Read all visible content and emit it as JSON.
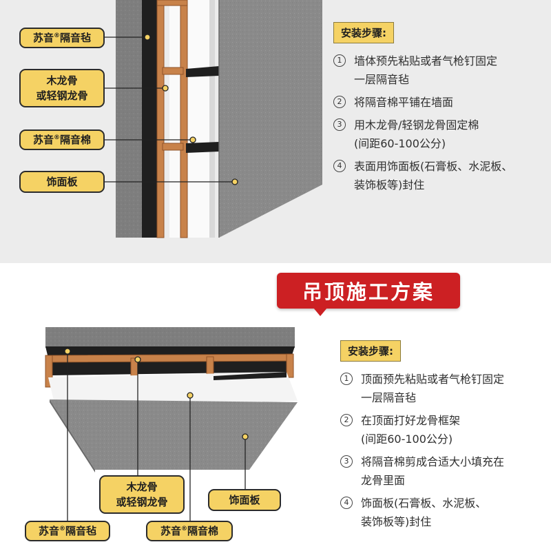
{
  "wall": {
    "labels": {
      "felt": {
        "name": "苏音",
        "reg": "®",
        "rest": "隔音毡"
      },
      "keel": {
        "line1": "木龙骨",
        "line2": "或轻钢龙骨"
      },
      "cotton": {
        "name": "苏音",
        "reg": "®",
        "rest": "隔音棉"
      },
      "panel": "饰面板"
    },
    "steps_title": "安装步骤:",
    "steps": [
      {
        "num": "1",
        "lines": [
          "墙体预先粘贴或者气枪钉固定",
          "一层隔音毡"
        ]
      },
      {
        "num": "2",
        "lines": [
          "将隔音棉平铺在墙面"
        ]
      },
      {
        "num": "3",
        "lines": [
          "用木龙骨/轻钢龙骨固定棉",
          "(间距60-100公分)"
        ]
      },
      {
        "num": "4",
        "lines": [
          "表面用饰面板(石膏板、水泥板、",
          "装饰板等)封住"
        ]
      }
    ]
  },
  "ceiling": {
    "banner": "吊顶施工方案",
    "labels": {
      "keel": {
        "line1": "木龙骨",
        "line2": "或轻钢龙骨"
      },
      "panel": "饰面板",
      "felt": {
        "name": "苏音",
        "reg": "®",
        "rest": "隔音毡"
      },
      "cotton": {
        "name": "苏音",
        "reg": "®",
        "rest": "隔音棉"
      }
    },
    "steps_title": "安装步骤:",
    "steps": [
      {
        "num": "1",
        "lines": [
          "顶面预先粘贴或者气枪钉固定",
          "一层隔音毡"
        ]
      },
      {
        "num": "2",
        "lines": [
          "在顶面打好龙骨框架",
          "(间距60-100公分)"
        ]
      },
      {
        "num": "3",
        "lines": [
          "将隔音棉剪成合适大小填充在",
          "龙骨里面"
        ]
      },
      {
        "num": "4",
        "lines": [
          "饰面板(石膏板、水泥板、",
          "装饰板等)封住"
        ]
      }
    ]
  },
  "colors": {
    "label_bg": "#f5d264",
    "banner_red": "#cc2023",
    "wood": "#c8824a",
    "felt": "#222222",
    "panel_grey": "#8c8c8c"
  }
}
